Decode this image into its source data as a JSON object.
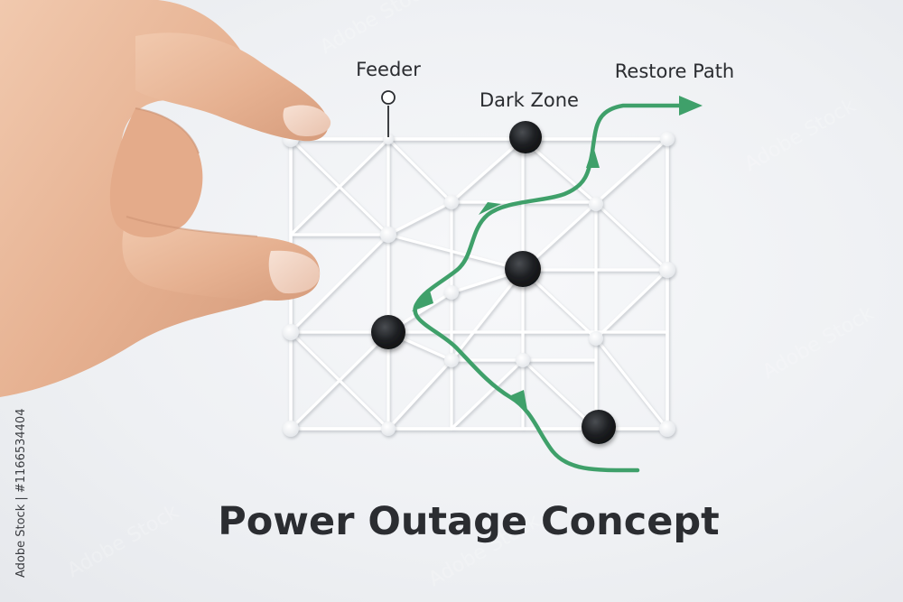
{
  "labels": {
    "feeder": "Feeder",
    "dark_zone": "Dark Zone",
    "restore_path": "Restore Path"
  },
  "title": "Power Outage Concept",
  "watermark": "Adobe Stock",
  "stock_id": "Adobe Stock | #1166534404",
  "colors": {
    "background": "#eef0f3",
    "grid": "#ffffff",
    "outage_node": "#1e2023",
    "restore_path": "#3fa06a",
    "text": "#2a2c30"
  }
}
